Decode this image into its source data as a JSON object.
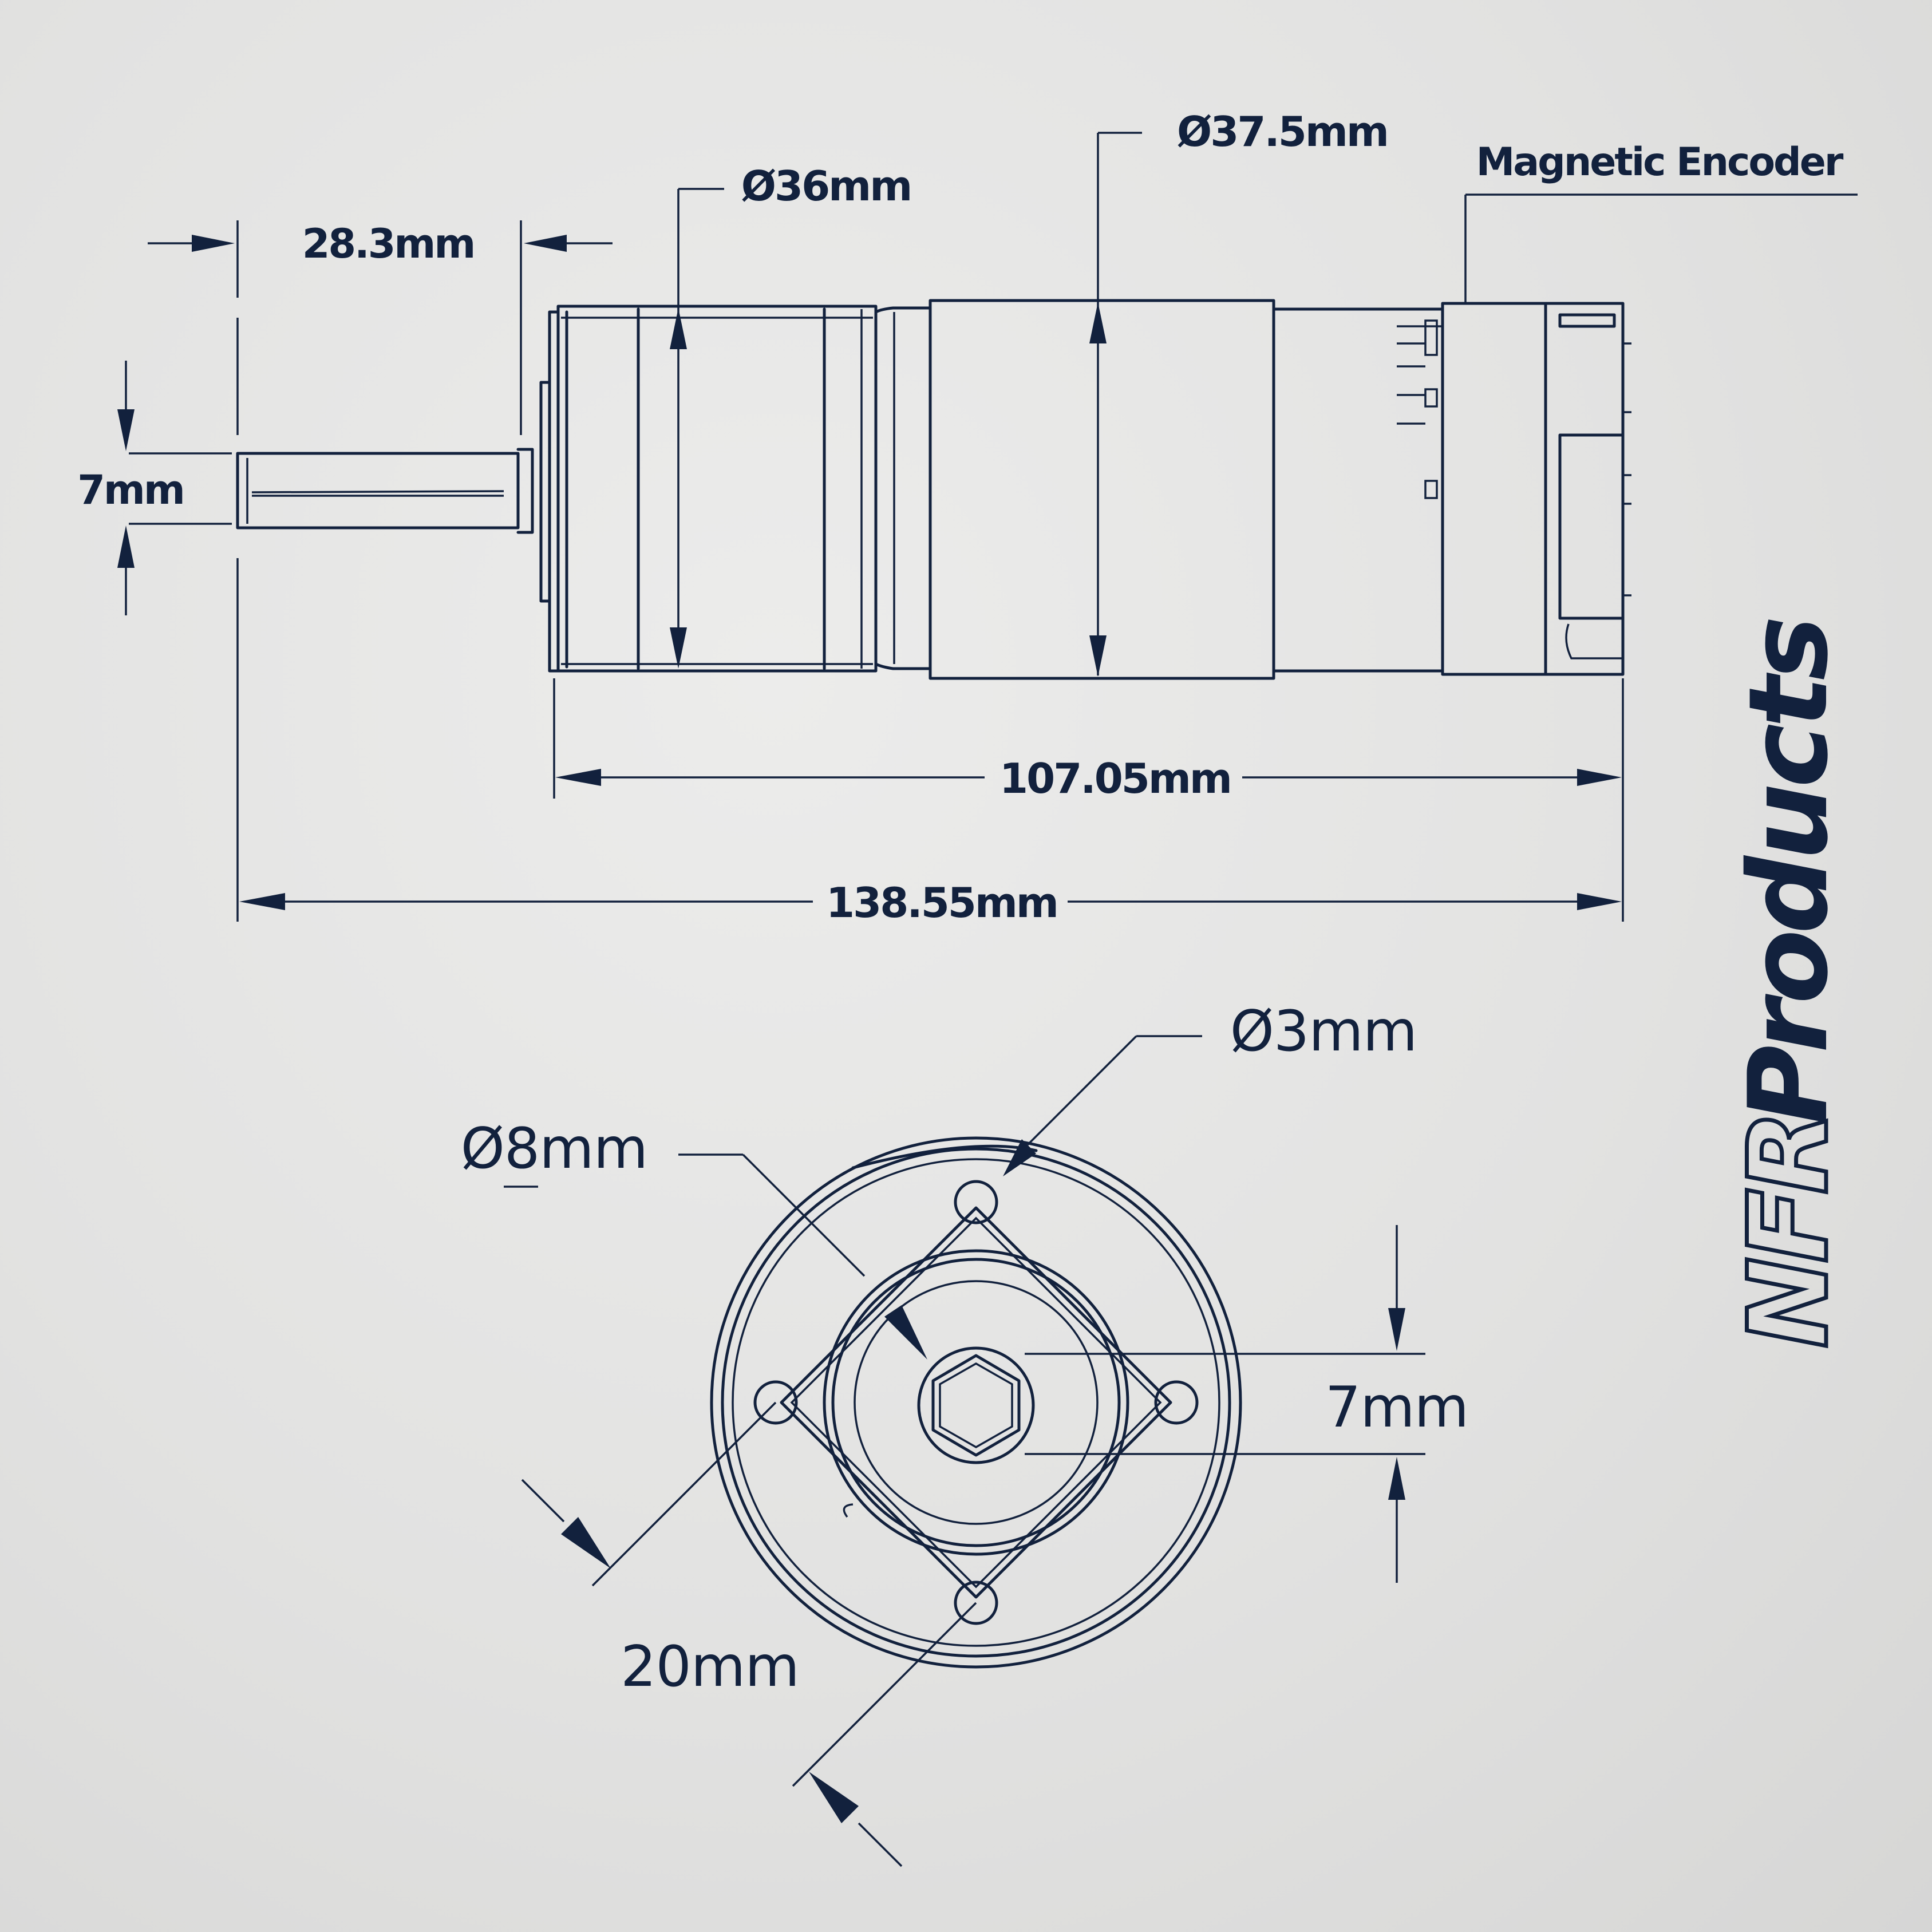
{
  "side_view": {
    "shaft_length_label": "28.3mm",
    "gearbox_diameter_label": "Ø36mm",
    "motor_diameter_label": "Ø37.5mm",
    "encoder_label": "Magnetic Encoder",
    "shaft_size_label": "7mm",
    "body_length_label": "107.05mm",
    "total_length_label": "138.55mm"
  },
  "front_view": {
    "hole_diameter_label": "Ø3mm",
    "boss_diameter_label": "Ø8mm",
    "hex_size_label": "7mm",
    "hole_spacing_label": "20mm"
  },
  "logo": {
    "part1": "NFR",
    "part2": "Products"
  },
  "colors": {
    "ink": "#12213d",
    "background": "#e2e2e1"
  }
}
